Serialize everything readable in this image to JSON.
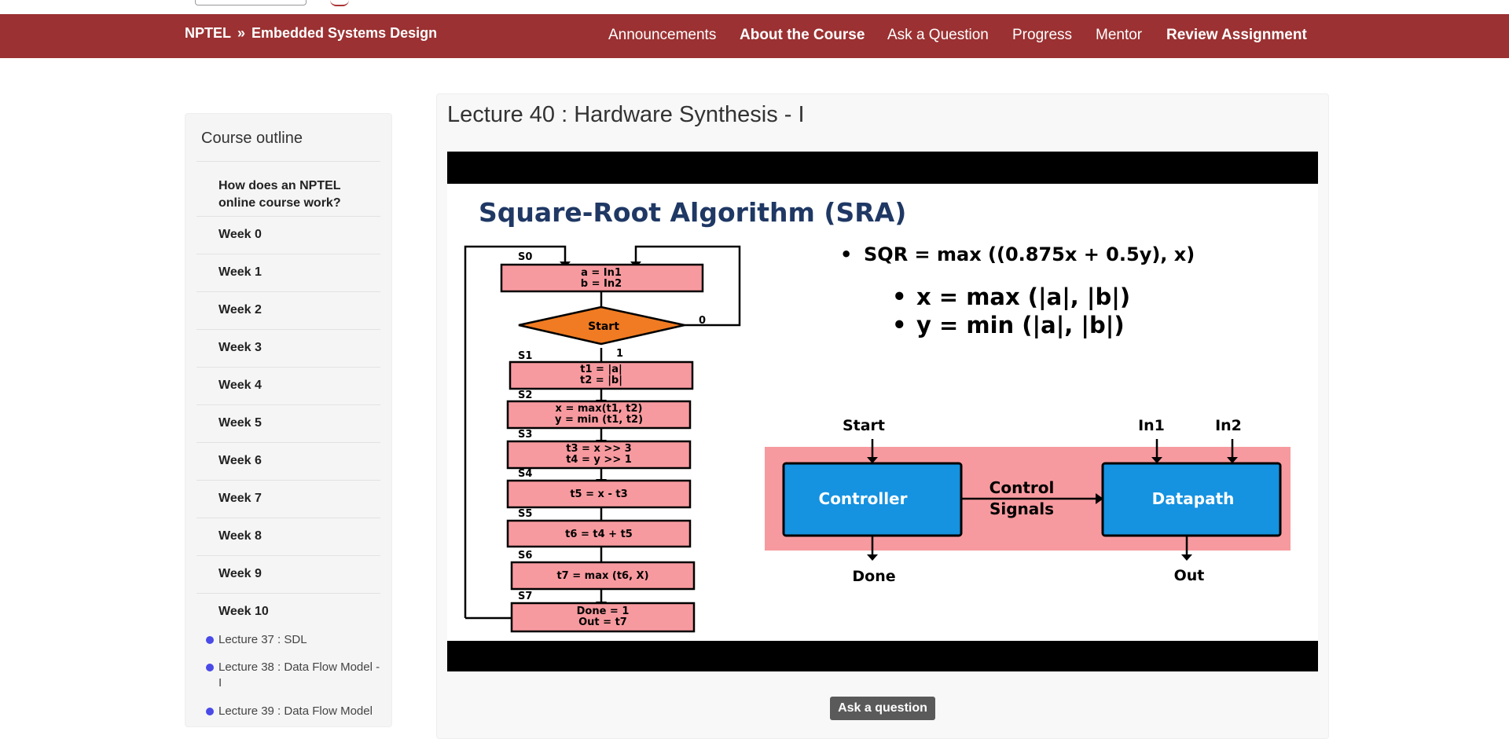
{
  "header": {
    "brand_root": "NPTEL",
    "brand_sep": "»",
    "brand_course": "Embedded Systems Design",
    "nav": [
      {
        "label": "Announcements",
        "bold": false
      },
      {
        "label": "About the Course",
        "bold": true
      },
      {
        "label": "Ask a Question",
        "bold": false
      },
      {
        "label": "Progress",
        "bold": false
      },
      {
        "label": "Mentor",
        "bold": false
      },
      {
        "label": "Review Assignment",
        "bold": true
      }
    ]
  },
  "sidebar": {
    "title": "Course outline",
    "items": [
      {
        "label": "How does an NPTEL online course work?"
      },
      {
        "label": "Week 0"
      },
      {
        "label": "Week 1"
      },
      {
        "label": "Week 2"
      },
      {
        "label": "Week 3"
      },
      {
        "label": "Week 4"
      },
      {
        "label": "Week 5"
      },
      {
        "label": "Week 6"
      },
      {
        "label": "Week 7"
      },
      {
        "label": "Week 8"
      },
      {
        "label": "Week 9"
      },
      {
        "label": "Week 10"
      }
    ],
    "lectures": [
      {
        "label": "Lecture 37 : SDL"
      },
      {
        "label": "Lecture 38 : Data Flow Model - I"
      },
      {
        "label": "Lecture 39 : Data Flow Model"
      }
    ]
  },
  "main": {
    "lecture_title": "Lecture 40 : Hardware Synthesis - I",
    "ask_button": "Ask a question"
  },
  "slide": {
    "title": "Square-Root Algorithm (SRA)",
    "bullet_main": "SQR = max ((0.875x + 0.5y), x)",
    "bullet_x": "x = max (|a|, |b|)",
    "bullet_y": "y = min (|a|, |b|)",
    "flow": {
      "s0": "S0",
      "s0_l1": "a = In1",
      "s0_l2": "b = In2",
      "start": "Start",
      "zero": "0",
      "one": "1",
      "s1": "S1",
      "s1_l1": "t1 = |a|",
      "s1_l2": "t2 = |b|",
      "s2": "S2",
      "s2_l1": "x = max(t1, t2)",
      "s2_l2": "y = min (t1, t2)",
      "s3": "S3",
      "s3_l1": "t3 = x >> 3",
      "s3_l2": "t4 = y >> 1",
      "s4": "S4",
      "s4_l1": "t5 = x - t3",
      "s5": "S5",
      "s5_l1": "t6 = t4 + t5",
      "s6": "S6",
      "s6_l1": "t7 = max (t6, X)",
      "s7": "S7",
      "s7_l1": "Done = 1",
      "s7_l2": "Out = t7"
    },
    "block": {
      "start": "Start",
      "in1": "In1",
      "in2": "In2",
      "controller": "Controller",
      "datapath": "Datapath",
      "signals_l1": "Control",
      "signals_l2": "Signals",
      "done": "Done",
      "out": "Out"
    }
  },
  "colors": {
    "navbar": "#9b3132",
    "box_pink": "#f79a9f",
    "decision": "#f07b22",
    "block_blue": "#1592e0",
    "slide_title": "#1f3864"
  }
}
